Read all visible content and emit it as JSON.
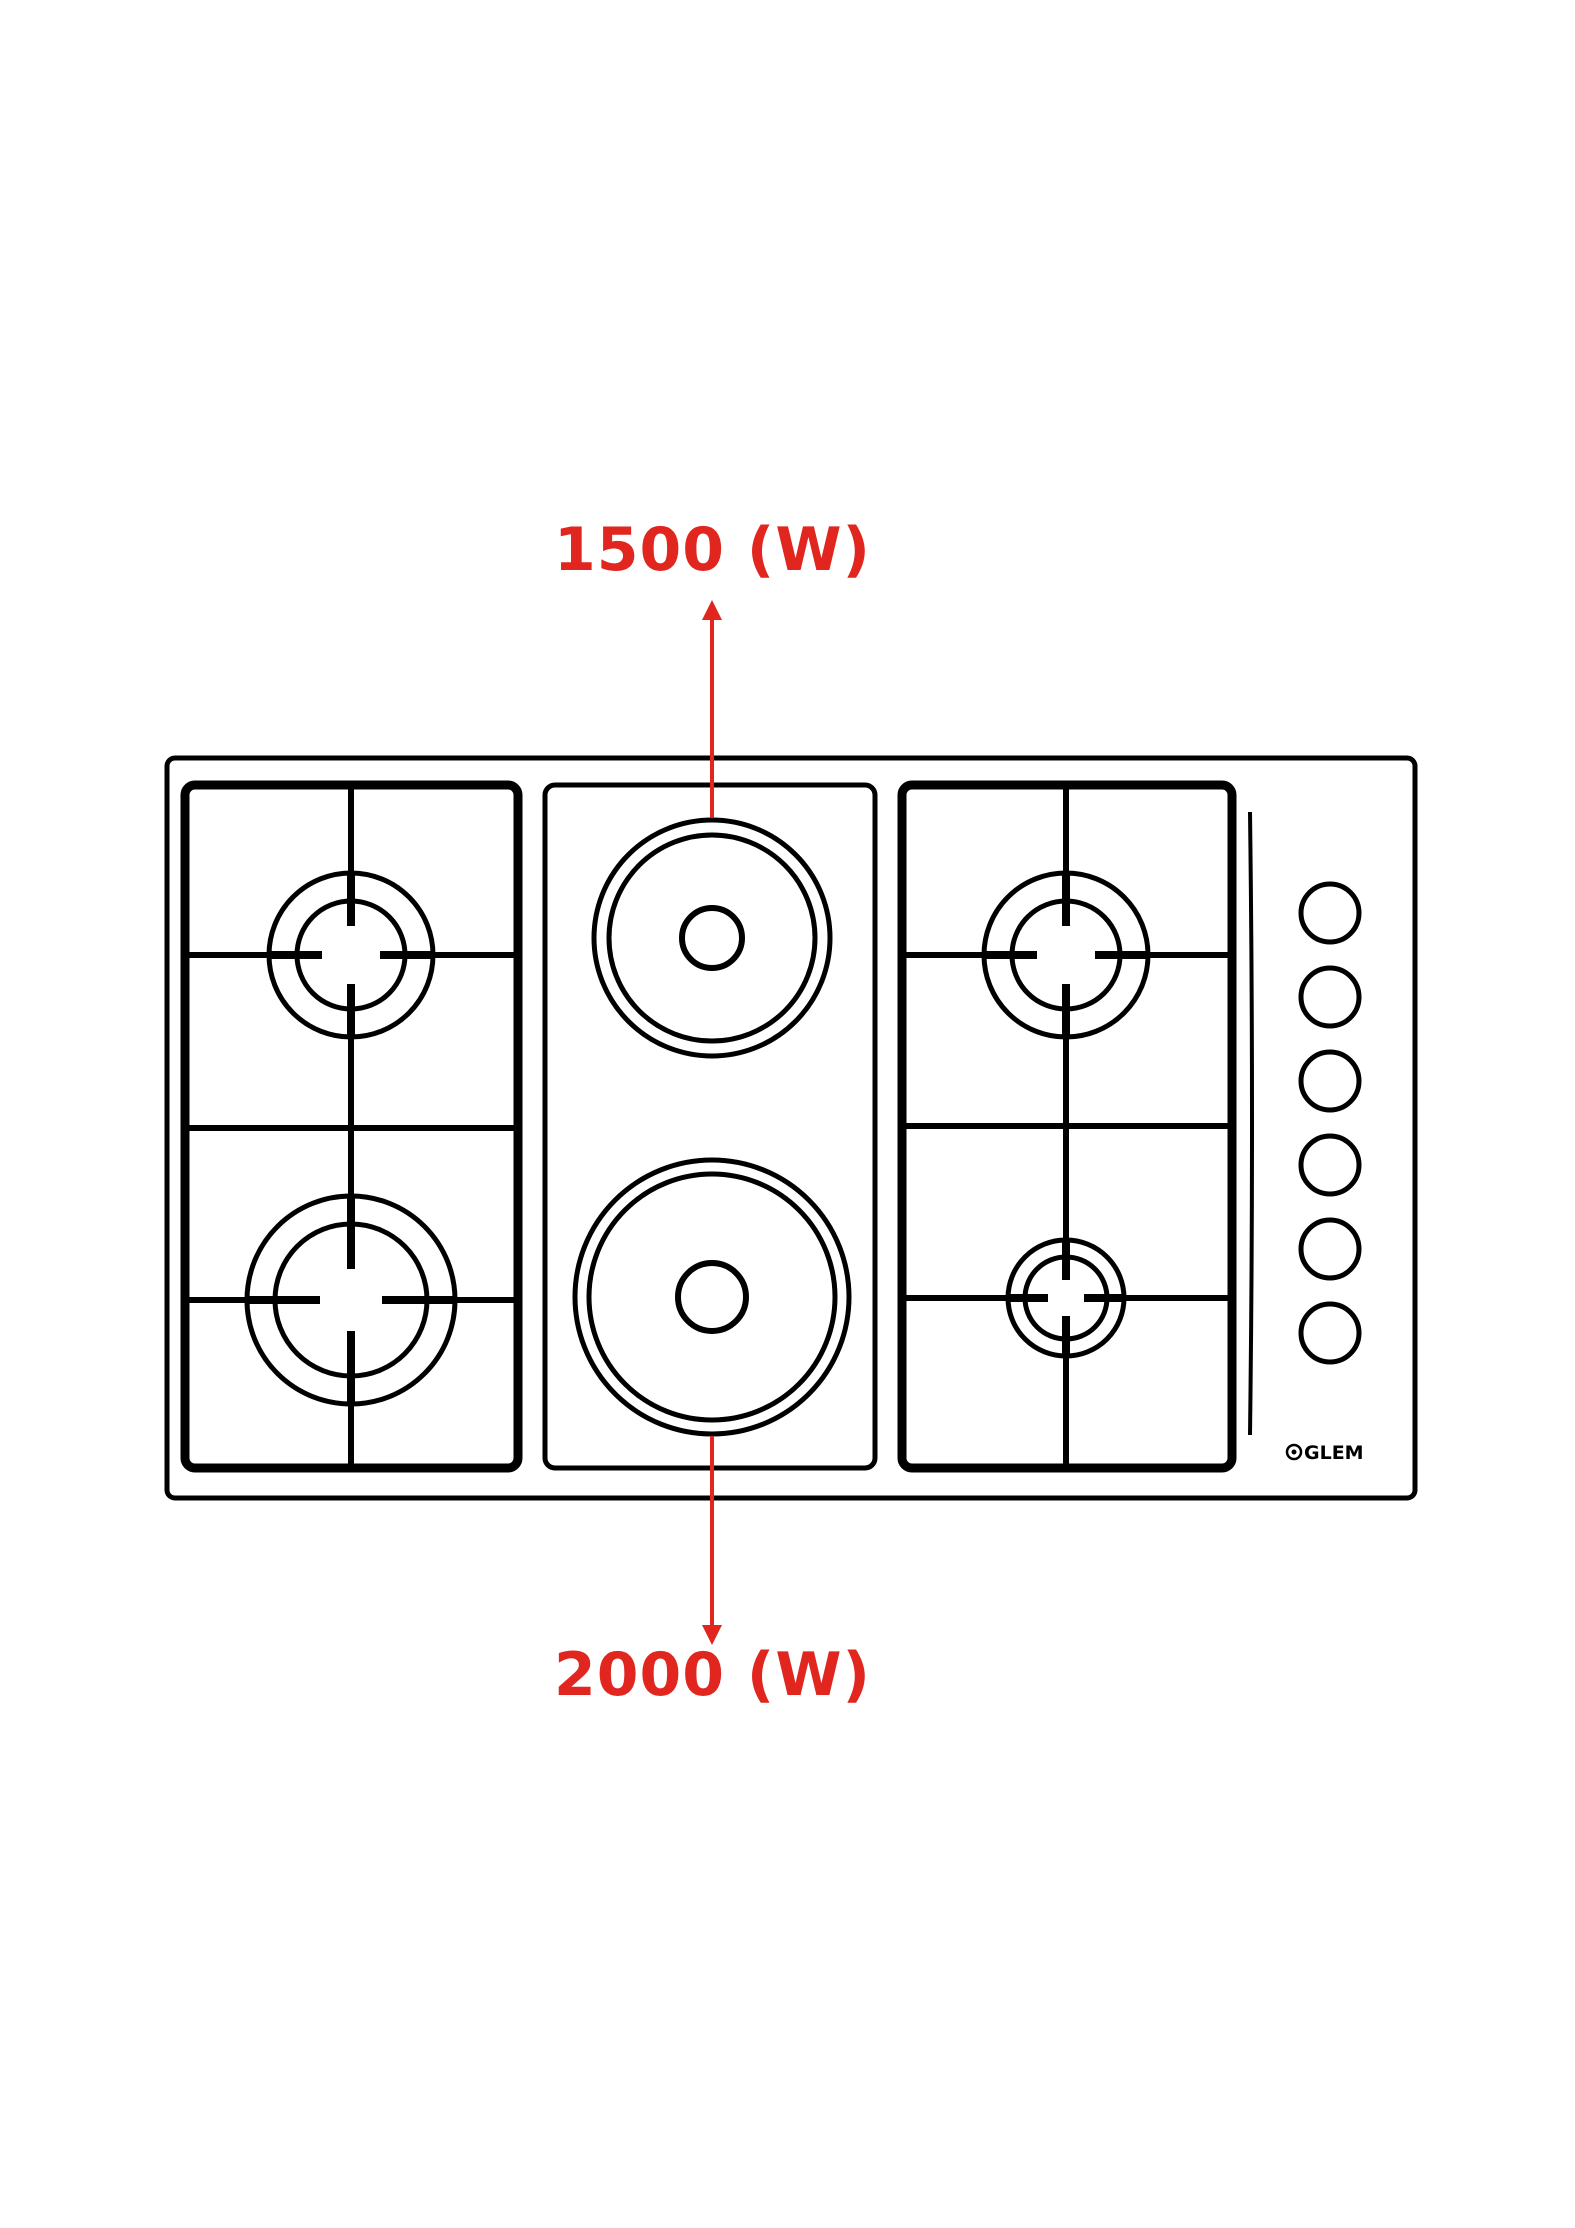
{
  "annotations": {
    "top_zone_power": "1500 (W)",
    "bottom_zone_power": "2000 (W)"
  },
  "brand": {
    "logo_text": "GLEM",
    "logo_icon": "burner-logo-icon"
  },
  "controls": {
    "knob_count": 6
  },
  "colors": {
    "annotation": "#e0261f",
    "outline": "#000000",
    "background": "#ffffff"
  }
}
